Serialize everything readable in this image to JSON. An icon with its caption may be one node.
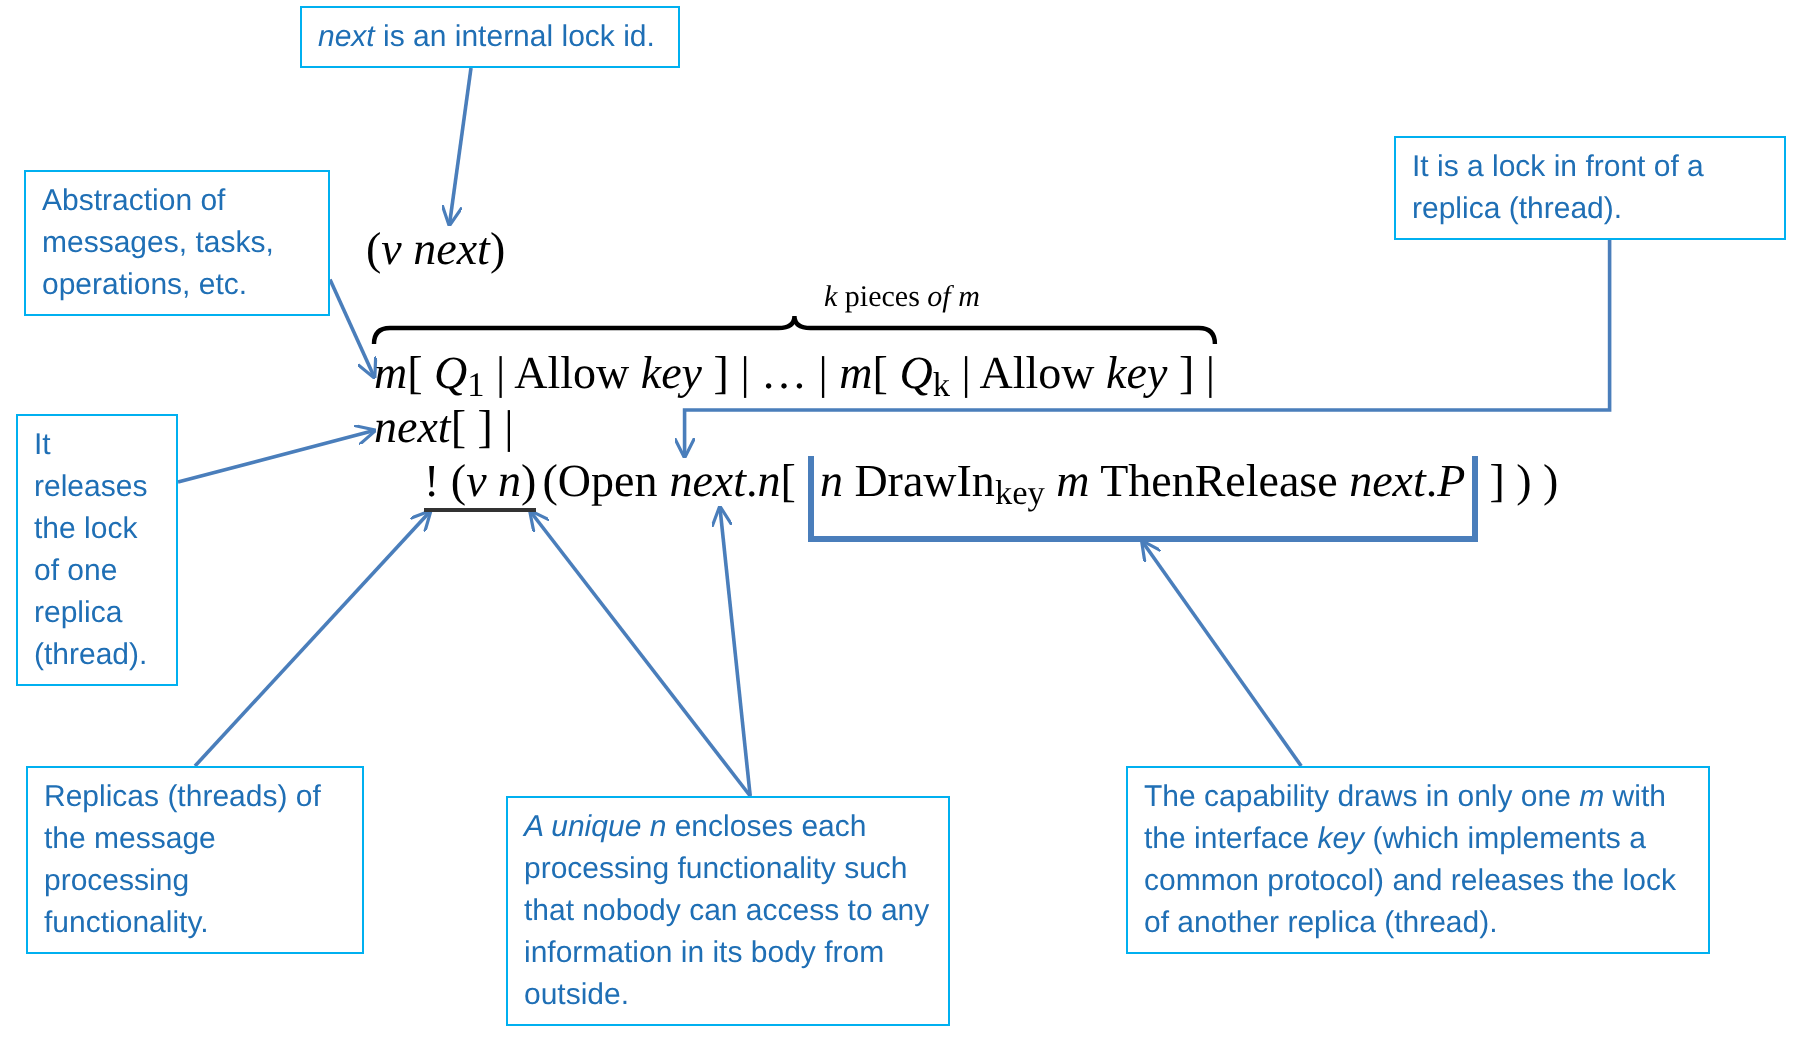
{
  "diagram": {
    "nodes": [
      {
        "text": [
          "*next* is an internal lock id."
        ]
      },
      {
        "text": [
          "It is a lock in front of a replica (thread)."
        ]
      },
      {
        "text": [
          "Abstraction of messages, tasks, operations, etc."
        ]
      },
      {
        "text": [
          "(*ν next*)"
        ]
      },
      {
        "text": [
          "*m*[ *Q*$_{1}$ | Allow *key* ] | … | *m*[ *Q*$_{k}$ | Allow *key* ] |"
        ]
      },
      {
        "text": [
          "It releases the lock of one replica (thread)."
        ]
      },
      {
        "text": [
          "*next*[ ] |"
        ]
      },
      {
        "text": [
          "! (*ν n*)"
        ]
      },
      {
        "text": [
          "*next*.*n*["
        ]
      },
      {
        "text": [
          "*n* DrawIn$_{key}$ *m* ThenRelease *next*.*P*"
        ]
      },
      {
        "text": [
          "Replicas (threads) of the message processing functionality."
        ]
      },
      {
        "text": [
          "*A unique n* encloses each processing functionality such that nobody can access to any information in its body from outside."
        ]
      },
      {
        "text": [
          "The capability draws in only one *m* with the interface *key* (which implements a common protocol) and releases  the lock of another replica (thread)."
        ]
      }
    ],
    "edges": [
      {
        "from": 0,
        "to": 3,
        "arrow": "to"
      },
      {
        "from": 2,
        "to": 4,
        "arrow": "to"
      },
      {
        "from": 1,
        "to": 8,
        "arrow": "to"
      },
      {
        "from": 5,
        "to": 6,
        "arrow": "to"
      },
      {
        "from": 10,
        "to": 7,
        "arrow": "to"
      },
      {
        "from": 11,
        "to": 7,
        "arrow": "to"
      },
      {
        "from": 11,
        "to": 8,
        "arrow": "to"
      },
      {
        "from": 12,
        "to": 9,
        "arrow": "to"
      }
    ],
    "labels": [
      "*k* pieces *of m*",
      "(Open",
      "] ) )"
    ]
  }
}
